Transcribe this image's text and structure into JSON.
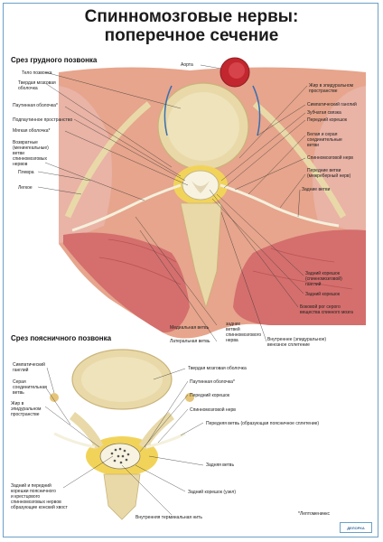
{
  "title": {
    "line1": "Спинномозговые нервы:",
    "line2": "поперечное сечение"
  },
  "thoracic": {
    "heading": "Срез грудного позвонка",
    "labels_left": [
      "Тело позвонка",
      "Твердая мозговая",
      "оболочка",
      "Паутинная оболочка*",
      "Подпаутинное пространство",
      "Мягкая оболочка*",
      "Возвратные",
      "(менингеальные)",
      "ветви",
      "спинномозговых",
      "нервов",
      "Плевра",
      "Легкое"
    ],
    "label_top": "Аорта",
    "labels_right": [
      "Жир в эпидуральном",
      "пространстве",
      "Симпатический ганглий",
      "Зубчатая связка",
      "Передний корешок",
      "Белая и серая",
      "соединительные",
      "ветви",
      "Спинномозговой нерв",
      "Передние ветви",
      "(межреберный нерв)",
      "Задние ветви"
    ],
    "labels_bottom_right": [
      "Задний корешок",
      "(спинномозговой)",
      "ганглий",
      "Задний корешок",
      "Боковой рог серого",
      "вещества спинного мозга"
    ],
    "labels_bottom": [
      "Медиальная ветвь",
      "Латеральная ветвь",
      "задних",
      "ветвей",
      "спинномозгового",
      "нерва",
      "Внутреннее (эпидуральное)",
      "венозное сплетение"
    ]
  },
  "lumbar": {
    "heading": "Срез поясничного позвонка",
    "labels_left": [
      "Симпатический",
      "ганглий",
      "Серая",
      "соединительная",
      "ветвь",
      "Жир в",
      "эпидуральном",
      "пространстве",
      "Задний и передний",
      "корешки поясничного",
      "и крестцового",
      "спинномозговых нервов",
      "образующие конский хвост"
    ],
    "labels_right": [
      "Твердая мозговая оболочка",
      "Паутинная оболочка*",
      "Передний корешок",
      "Спинномозговой нерв",
      "Передняя ветвь (образующая поясничное сплетение)",
      "Задняя ветвь",
      "Задний корешок (узел)",
      "Внутренняя терминальная нить"
    ]
  },
  "footnote": "*Лептоменинкс",
  "logo": "ДЕЛОРКА",
  "colors": {
    "bone": "#e9d9a8",
    "muscle": "#d9787a",
    "fat": "#f2d35a",
    "nerve": "#f4f0dc",
    "vessel": "#c2262e",
    "border": "#6aa0c8"
  }
}
